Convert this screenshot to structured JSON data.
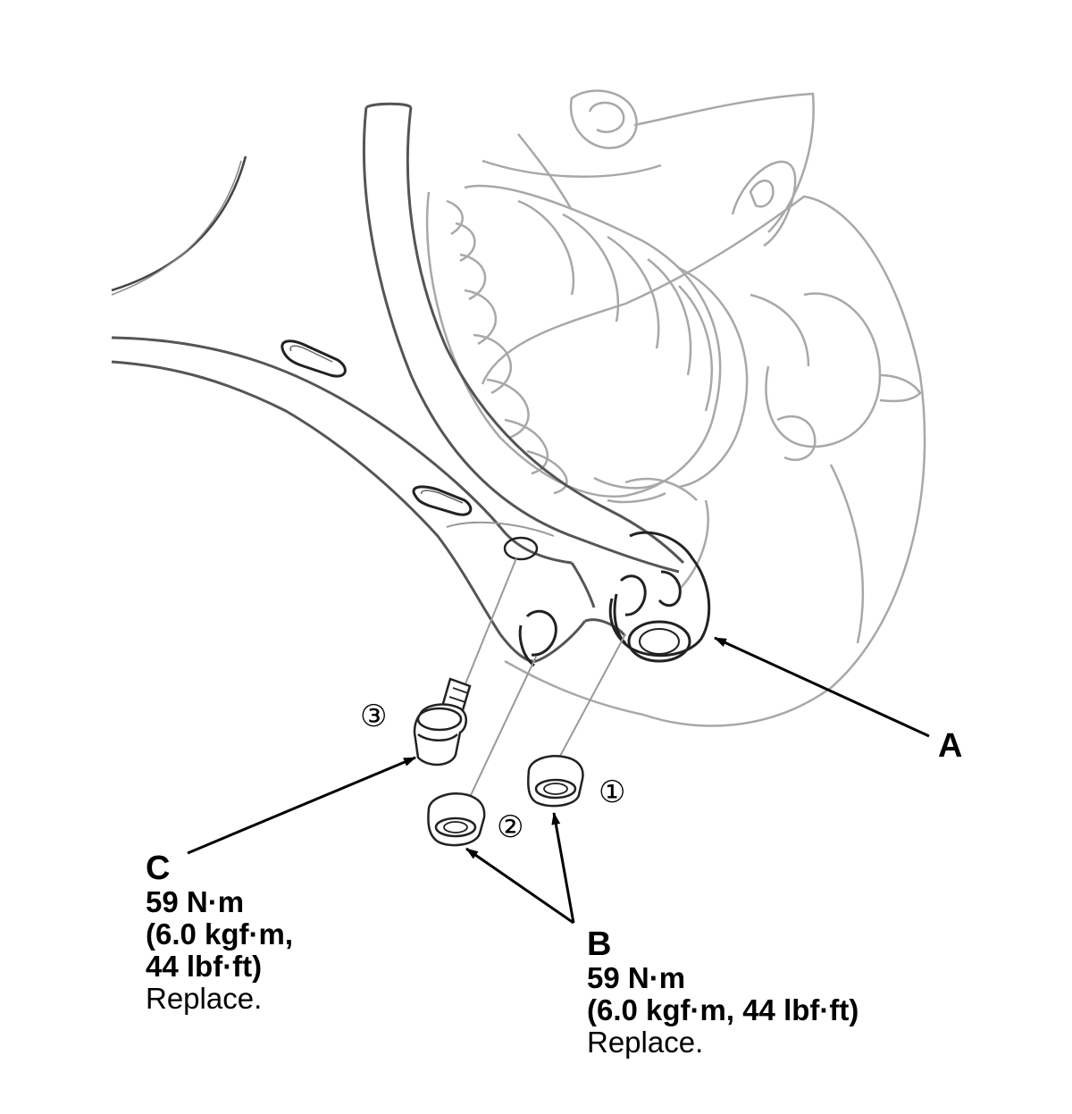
{
  "labels": {
    "A": {
      "letter": "A"
    },
    "B": {
      "letter": "B",
      "torque_nm": "59 N·m",
      "torque_alt": "(6.0 kgf·m, 44 lbf·ft)",
      "note": "Replace."
    },
    "C": {
      "letter": "C",
      "torque_nm": "59 N·m",
      "torque_alt_1": "(6.0 kgf·m,",
      "torque_alt_2": "44 lbf·ft)",
      "note": "Replace."
    }
  },
  "sequence": {
    "one": "①",
    "two": "②",
    "three": "③"
  }
}
